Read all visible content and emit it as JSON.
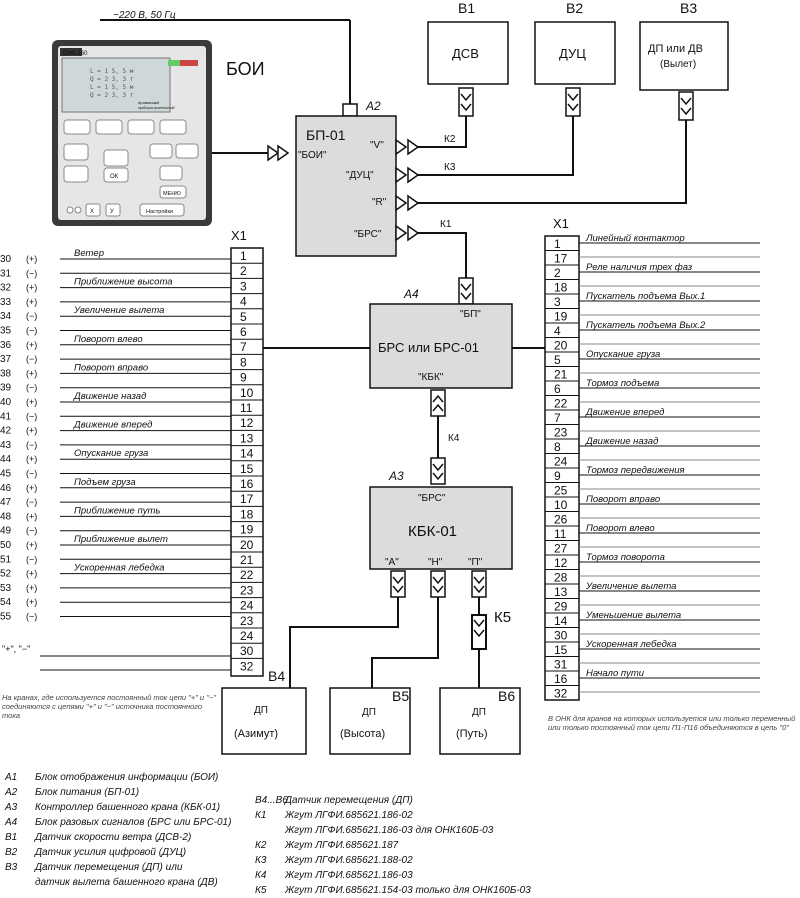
{
  "power_label": "~220 В, 50 Гц",
  "boi_label": "БОИ",
  "boi_panel": {
    "model": "ОНК-160",
    "readout_line1": "L = 1 5, 5 м",
    "readout_line2": "Q = 2 3, 3 т",
    "readout_line3": "L = 1 5, 5 м",
    "readout_line4": "Q = 2 3, 3 т",
    "brand_line1": "Арзамасский",
    "brand_line2": "приборостроительный",
    "btn_ok": "ОК",
    "btn_menu": "МЕНЮ",
    "btn_settings": "Настройки",
    "btn_x": "Х",
    "btn_y": "У"
  },
  "sensors": {
    "b1": {
      "id": "В1",
      "name": "ДСВ"
    },
    "b2": {
      "id": "В2",
      "name": "ДУЦ"
    },
    "b3": {
      "id": "В3",
      "name_line1": "ДП или ДВ",
      "name_line2": "(Вылет)"
    }
  },
  "a2": {
    "id": "А2",
    "name": "БП-01",
    "port_boi": "\"БОИ\"",
    "port_v": "\"V\"",
    "port_duc": "\"ДУЦ\"",
    "port_r": "\"R\"",
    "port_brs": "\"БРС\""
  },
  "harness": {
    "k1": "К1",
    "k2": "К2",
    "k3": "К3",
    "k4": "К4",
    "k5": "К5"
  },
  "a4": {
    "id": "А4",
    "name": "БРС или БРС-01",
    "port_bp": "\"БП\"",
    "port_kbk": "\"КБК\""
  },
  "a3": {
    "id": "А3",
    "name": "КБК-01",
    "port_brs": "\"БРС\"",
    "port_a": "\"А\"",
    "port_n": "\"Н\"",
    "port_p": "\"П\""
  },
  "b4": {
    "id": "В4",
    "line1": "ДП",
    "line2": "(Азимут)"
  },
  "b5": {
    "id": "В5",
    "line1": "ДП",
    "line2": "(Высота)"
  },
  "b6": {
    "id": "В6",
    "line1": "ДП",
    "line2": "(Путь)"
  },
  "left_terminal": {
    "title": "Х1",
    "pins": [
      "1",
      "2",
      "3",
      "4",
      "5",
      "6",
      "7",
      "8",
      "9",
      "10",
      "11",
      "12",
      "13",
      "14",
      "15",
      "16",
      "17",
      "18",
      "19",
      "20",
      "21",
      "22",
      "23",
      "24",
      "23",
      "24",
      "30",
      "32"
    ],
    "rows": [
      {
        "num": "30",
        "sign": "(+)",
        "label": "Ветер"
      },
      {
        "num": "31",
        "sign": "(−)",
        "label": "Приближение высота"
      },
      {
        "num": "32",
        "sign": "(+)",
        "label": "Приближение высота"
      },
      {
        "num": "33",
        "sign": "(+)",
        "label": "Уменьшение вылета"
      },
      {
        "num": "34",
        "sign": "(−)",
        "label": "Увеличение вылета"
      },
      {
        "num": "35",
        "sign": "(−)",
        "label": "Увеличение вылета"
      },
      {
        "num": "36",
        "sign": "(+)",
        "label": "Поворот влево"
      },
      {
        "num": "37",
        "sign": "(−)",
        "label": "Поворот влево"
      },
      {
        "num": "38",
        "sign": "(+)",
        "label": "Поворот вправо"
      },
      {
        "num": "39",
        "sign": "(−)",
        "label": "Поворот вправо"
      },
      {
        "num": "40",
        "sign": "(+)",
        "label": "Движение назад"
      },
      {
        "num": "41",
        "sign": "(−)",
        "label": "Движение назад"
      },
      {
        "num": "42",
        "sign": "(+)",
        "label": "Движение вперед"
      },
      {
        "num": "43",
        "sign": "(−)",
        "label": "Движение вперед"
      },
      {
        "num": "44",
        "sign": "(+)",
        "label": "Опускание груза"
      },
      {
        "num": "45",
        "sign": "(−)",
        "label": "Опускание груза"
      },
      {
        "num": "46",
        "sign": "(+)",
        "label": "Подъем груза"
      },
      {
        "num": "47",
        "sign": "(−)",
        "label": "Подъем груза"
      },
      {
        "num": "48",
        "sign": "(+)",
        "label": "Приближение путь"
      },
      {
        "num": "49",
        "sign": "(−)",
        "label": "Приближение путь"
      },
      {
        "num": "50",
        "sign": "(+)",
        "label": "Приближение вылет"
      },
      {
        "num": "51",
        "sign": "(−)",
        "label": "Приближение вылет"
      },
      {
        "num": "52",
        "sign": "(+)",
        "label": "Ускоренная лебедка"
      },
      {
        "num": "53",
        "sign": "(+)",
        "label": "Ускоренная лебедка"
      },
      {
        "num": "54",
        "sign": "(+)",
        "label": ""
      },
      {
        "num": "55",
        "sign": "(−)",
        "label": ""
      }
    ],
    "plus_minus_label": "\"+\", \"−\""
  },
  "right_terminal": {
    "title": "Х1",
    "pins": [
      "1",
      "17",
      "2",
      "18",
      "3",
      "19",
      "4",
      "20",
      "5",
      "21",
      "6",
      "22",
      "7",
      "23",
      "8",
      "24",
      "9",
      "25",
      "10",
      "26",
      "11",
      "27",
      "12",
      "28",
      "13",
      "29",
      "14",
      "30",
      "15",
      "31",
      "16",
      "32"
    ],
    "labels": [
      "Линейный контактор",
      "Реле наличия трех фаз",
      "Пускатель подъема Вых.1",
      "Пускатель подъема Вых.2",
      "Опускание груза",
      "Тормоз подъема",
      "Движение вперед",
      "Движение назад",
      "Тормоз передвижения",
      "Поворот вправо",
      "Поворот влево",
      "Тормоз поворота",
      "Увеличение вылета",
      "Уменьшение вылета",
      "Ускоренная лебедка",
      "Начало пути"
    ]
  },
  "note_left": "На кранах, где используется постоянный ток цепи \"+\" и \"−\" соединяются с цепями \"+\" и \"−\" источника постоянного тока",
  "note_right": "В ОНК для кранов на которых используется или только переменный или только постоянный ток цепи П1-П16 объединяются в цепь \"0\"",
  "legend_left": [
    {
      "key": "А1",
      "text": "Блок отображения информации (БОИ)"
    },
    {
      "key": "А2",
      "text": "Блок питания (БП-01)"
    },
    {
      "key": "А3",
      "text": "Контроллер башенного крана (КБК-01)"
    },
    {
      "key": "А4",
      "text": "Блок разовых сигналов (БРС или БРС-01)"
    },
    {
      "key": "В1",
      "text": "Датчик скорости ветра (ДСВ-2)"
    },
    {
      "key": "В2",
      "text": "Датчик усилия цифровой (ДУЦ)"
    },
    {
      "key": "В3",
      "text": "Датчик перемещения (ДП) или"
    },
    {
      "key": "",
      "text": "датчик вылета башенного крана (ДВ)"
    }
  ],
  "legend_right": [
    {
      "key": "В4...В6",
      "text": "Датчик перемещения (ДП)"
    },
    {
      "key": "К1",
      "text": "Жгут ЛГФИ.685621.186-02"
    },
    {
      "key": "",
      "text": "Жгут ЛГФИ.685621.186-03 для ОНК160Б-03"
    },
    {
      "key": "К2",
      "text": "Жгут ЛГФИ.685621.187"
    },
    {
      "key": "К3",
      "text": "Жгут ЛГФИ.685621.188-02"
    },
    {
      "key": "К4",
      "text": "Жгут ЛГФИ.685621.186-03"
    },
    {
      "key": "К5",
      "text": "Жгут ЛГФИ.685621.154-03 только для ОНК160Б-03"
    }
  ]
}
